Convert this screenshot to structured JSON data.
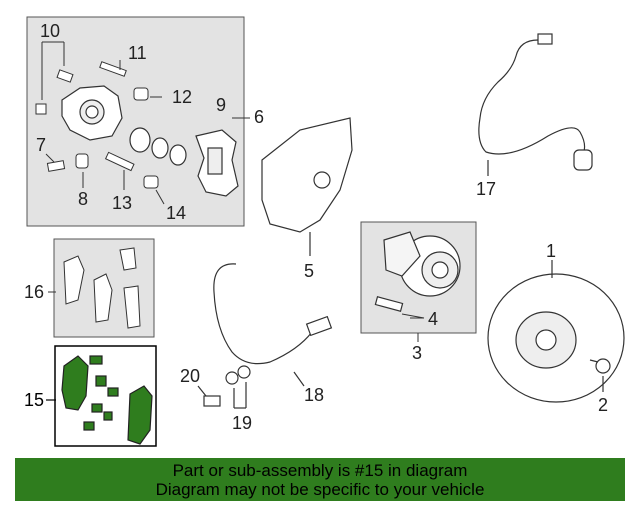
{
  "callouts": {
    "c1": "1",
    "c2": "2",
    "c3": "3",
    "c4": "4",
    "c5": "5",
    "c6": "6",
    "c7": "7",
    "c8": "8",
    "c9": "9",
    "c10": "10",
    "c11": "11",
    "c12": "12",
    "c13": "13",
    "c14": "14",
    "c15": "15",
    "c16": "16",
    "c17": "17",
    "c18": "18",
    "c19": "19",
    "c20": "20"
  },
  "highlighted_part": "15",
  "banner": {
    "line1": "Part or sub-assembly is #15 in diagram",
    "line2": "Diagram may not be specific to your vehicle"
  },
  "colors": {
    "banner_bg": "#2f7d1e",
    "highlight_fill": "#2f7d1e",
    "panel_fill": "#e3e3e3",
    "line": "#333333"
  }
}
